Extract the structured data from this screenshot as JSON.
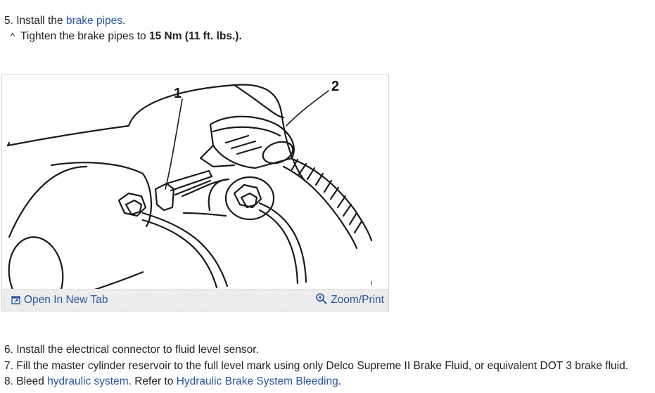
{
  "steps_top": {
    "step5_prefix": "5. Install the ",
    "step5_link": "brake pipes",
    "step5_suffix": ".",
    "substep_caret": "^",
    "substep_text": "Tighten the brake pipes to ",
    "substep_bold": "15 Nm (11 ft. lbs.)."
  },
  "figure": {
    "callout_1": "1",
    "callout_2": "2",
    "tick_mark": "ı",
    "open_tab_label": "Open In New Tab",
    "zoom_label": "Zoom/Print",
    "icons": [
      "open-new-tab-icon",
      "magnifier-icon"
    ],
    "link_color": "#2a55a0"
  },
  "steps_bottom": {
    "step6": "6. Install the electrical connector to fluid level sensor.",
    "step7": "7. Fill the master cylinder reservoir to the full level mark using only Delco Supreme II Brake Fluid, or equivalent DOT 3 brake fluid.",
    "step8_prefix": "8. Bleed ",
    "step8_link1": "hydraulic system",
    "step8_middle": ". Refer to ",
    "step8_link2": "Hydraulic Brake System Bleeding",
    "step8_suffix": "."
  }
}
